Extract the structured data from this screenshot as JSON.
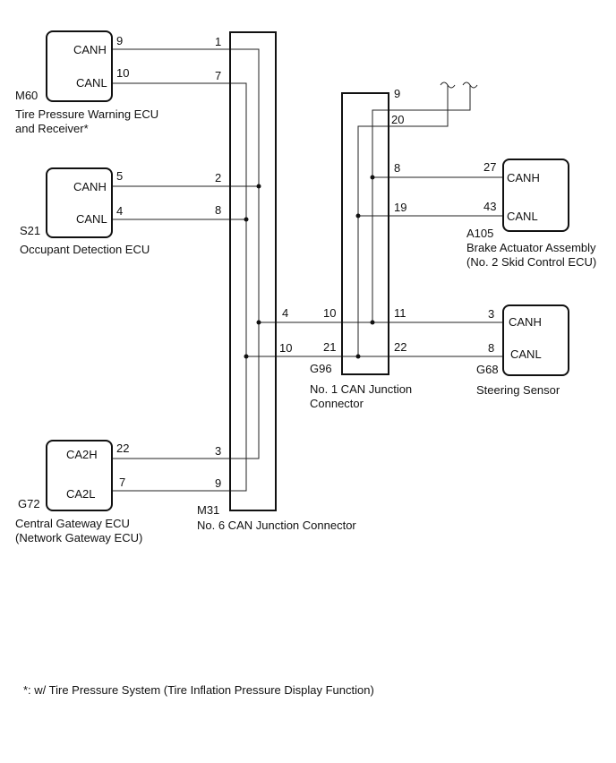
{
  "ecus": {
    "m60": {
      "code": "M60",
      "name_line1": "Tire Pressure Warning ECU",
      "name_line2": "and Receiver*",
      "pin_top": "CANH",
      "pin_bottom": "CANL",
      "num_top": "9",
      "num_bottom": "10"
    },
    "s21": {
      "code": "S21",
      "name_line1": "Occupant Detection ECU",
      "pin_top": "CANH",
      "pin_bottom": "CANL",
      "num_top": "5",
      "num_bottom": "4"
    },
    "g72": {
      "code": "G72",
      "name_line1": "Central Gateway ECU",
      "name_line2": "(Network Gateway ECU)",
      "pin_top": "CA2H",
      "pin_bottom": "CA2L",
      "num_top": "22",
      "num_bottom": "7"
    },
    "a105": {
      "code": "A105",
      "name_line1": "Brake Actuator Assembly",
      "name_line2": "(No. 2 Skid Control ECU)",
      "pin_top": "CANH",
      "pin_bottom": "CANL",
      "num_top": "27",
      "num_bottom": "43"
    },
    "g68": {
      "code": "G68",
      "name_line1": "Steering Sensor",
      "pin_top": "CANH",
      "pin_bottom": "CANL",
      "num_top": "3",
      "num_bottom": "8"
    }
  },
  "connectors": {
    "m31": {
      "code": "M31",
      "name": "No. 6 CAN Junction Connector",
      "pins": {
        "p1": "1",
        "p7": "7",
        "p2": "2",
        "p8": "8",
        "p4": "4",
        "p10": "10",
        "p3": "3",
        "p9": "9"
      }
    },
    "g96": {
      "code": "G96",
      "name_line1": "No. 1 CAN Junction",
      "name_line2": "Connector",
      "pins": {
        "p9": "9",
        "p20": "20",
        "p8": "8",
        "p19": "19",
        "p10": "10",
        "p11": "11",
        "p21": "21",
        "p22": "22"
      }
    }
  },
  "footnote": "*: w/ Tire Pressure System (Tire Inflation Pressure Display Function)"
}
